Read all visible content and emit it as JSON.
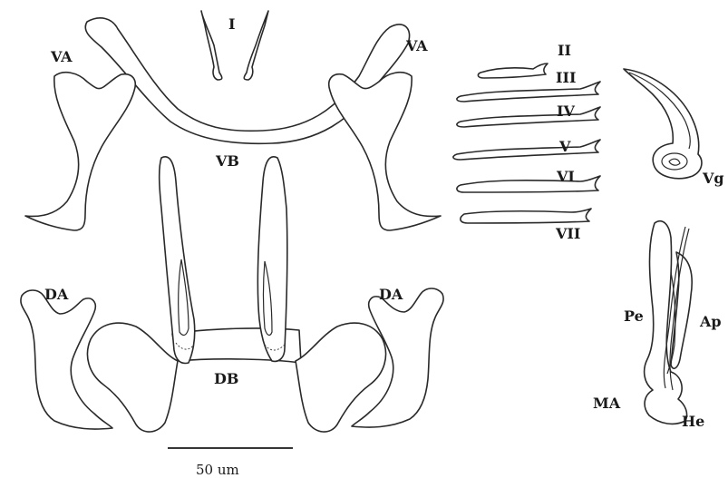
{
  "labels": {
    "hook_i": "I",
    "hook_ii": "II",
    "hook_iii": "III",
    "hook_iv": "IV",
    "hook_v": "V",
    "hook_vi": "VI",
    "hook_vii": "VII",
    "ventral_anchor_left": "VA",
    "ventral_anchor_right": "VA",
    "ventral_bar": "VB",
    "dorsal_anchor_left": "DA",
    "dorsal_anchor_right": "DA",
    "dorsal_bar": "DB",
    "vagina": "Vg",
    "penis": "Pe",
    "accessory_piece": "Ap",
    "male_apparatus": "MA",
    "heel": "He"
  },
  "scale_bar": {
    "label": "50 um"
  }
}
